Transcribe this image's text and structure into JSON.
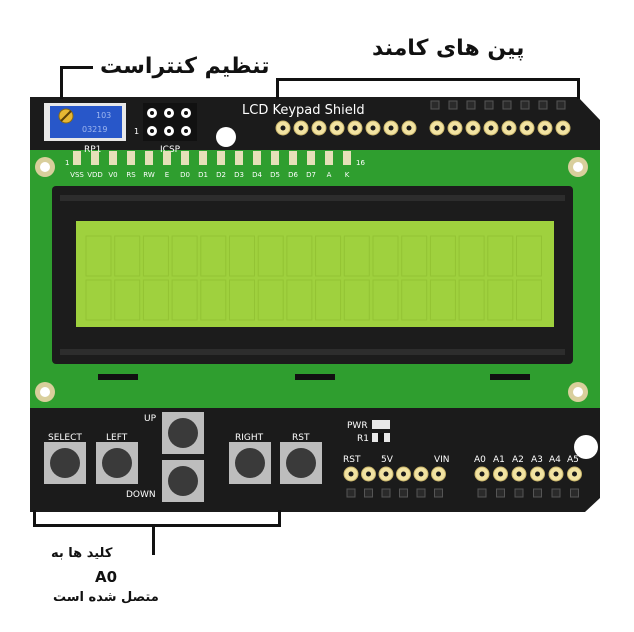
{
  "annotations": {
    "contrast": "تنظیم کنتراست",
    "command_pins": "پین های کامند",
    "keys_line1": "کلید ها به",
    "keys_line2": "A0",
    "keys_line3": "متصل شده است"
  },
  "board": {
    "title": "LCD Keypad Shield",
    "rp1": "RP1",
    "icsp": "ICSP",
    "icsp_pin1": "1",
    "pot_code1": "103",
    "pot_code2": "03219",
    "lcd_pin_first": "1",
    "lcd_pin_last": "16",
    "lcd_pins": [
      "VSS",
      "VDD",
      "V0",
      "RS",
      "RW",
      "E",
      "D0",
      "D1",
      "D2",
      "D3",
      "D4",
      "D5",
      "D6",
      "D7",
      "A",
      "K"
    ],
    "pwr": "PWR",
    "r1": "R1",
    "power_labels": [
      "RST",
      "5V",
      "VIN"
    ],
    "analog_labels": [
      "A0",
      "A1",
      "A2",
      "A3",
      "A4",
      "A5"
    ],
    "buttons": {
      "select": "SELECT",
      "left": "LEFT",
      "up": "UP",
      "down": "DOWN",
      "right": "RIGHT",
      "rst": "RST"
    }
  },
  "colors": {
    "pcb_black": "#1b1b1b",
    "pcb_green": "#2f9e2f",
    "lcd_screen": "#9fd13e",
    "pad_gold": "#f2e3a2"
  }
}
